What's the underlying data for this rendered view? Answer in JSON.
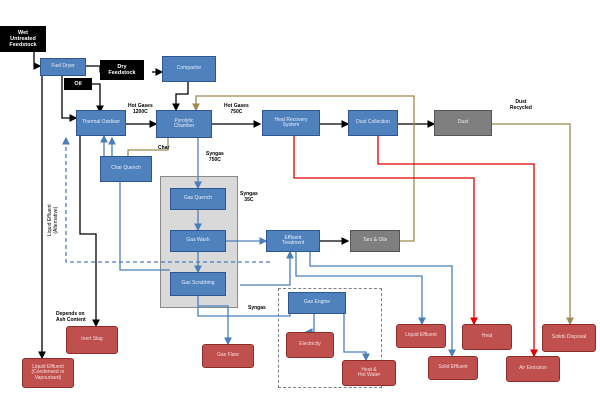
{
  "nodes": {
    "wet_feedstock": "Wet\nUntreated\nFeedstock",
    "dry_feedstock": "Dry\nFeedstock",
    "oil": "Oil",
    "fuel_dryer": "Fuel Dryer",
    "compactor": "Compactor",
    "thermal_oxidiser": "Thermal Oxidiser",
    "pyrolytic_chamber": "Pyrolytic\nChamber",
    "heat_recovery": "Heat Recovery\nSystem",
    "dust_collection": "Dust Collection",
    "dust": "Dust",
    "char_quench": "Char Quench",
    "gas_quench": "Gas Quench",
    "gas_wash": "Gas Wash",
    "gas_scrubbing": "Gas Scrubbing",
    "effluent_treatment": "Effluent\nTreatment",
    "tars_oils": "Tars & Oils",
    "gas_engine": "Gas Engine",
    "inert_slag": "Inert Slag",
    "liquid_effluent_condensed": "Liquid Effluent\n(Condensed or\nVapourised)",
    "gas_flare": "Gas Flare",
    "electricity": "Electricity",
    "heat_hot_water": "Heat &\nHot Water",
    "liquid_effluent": "Liquid Effluent",
    "solid_effluent": "Solid Effluent",
    "heat": "Heat",
    "air_emission": "Air Emission",
    "solids_disposal": "Solids Disposal"
  },
  "labels": {
    "hot_gases_1200": "Hot Gases\n1200C",
    "hot_gases_750": "Hot Gases\n750C",
    "dust_recycled": "Dust\nRecycled",
    "char": "Char",
    "syngas_750": "Syngas\n750C",
    "syngas_35": "Syngas\n35C",
    "syngas": "Syngas",
    "depends_on_ash": "Depends on\nAsh Content",
    "liquid_effluent_alt": "Liquid Effluent\n(Alternative)"
  },
  "colors": {
    "process": "#4f81bd",
    "output": "#c0504d",
    "input": "#000000",
    "dust_line": "#9c8a4f",
    "red_line": "#e00000",
    "blue_line": "#4a7ebb"
  }
}
